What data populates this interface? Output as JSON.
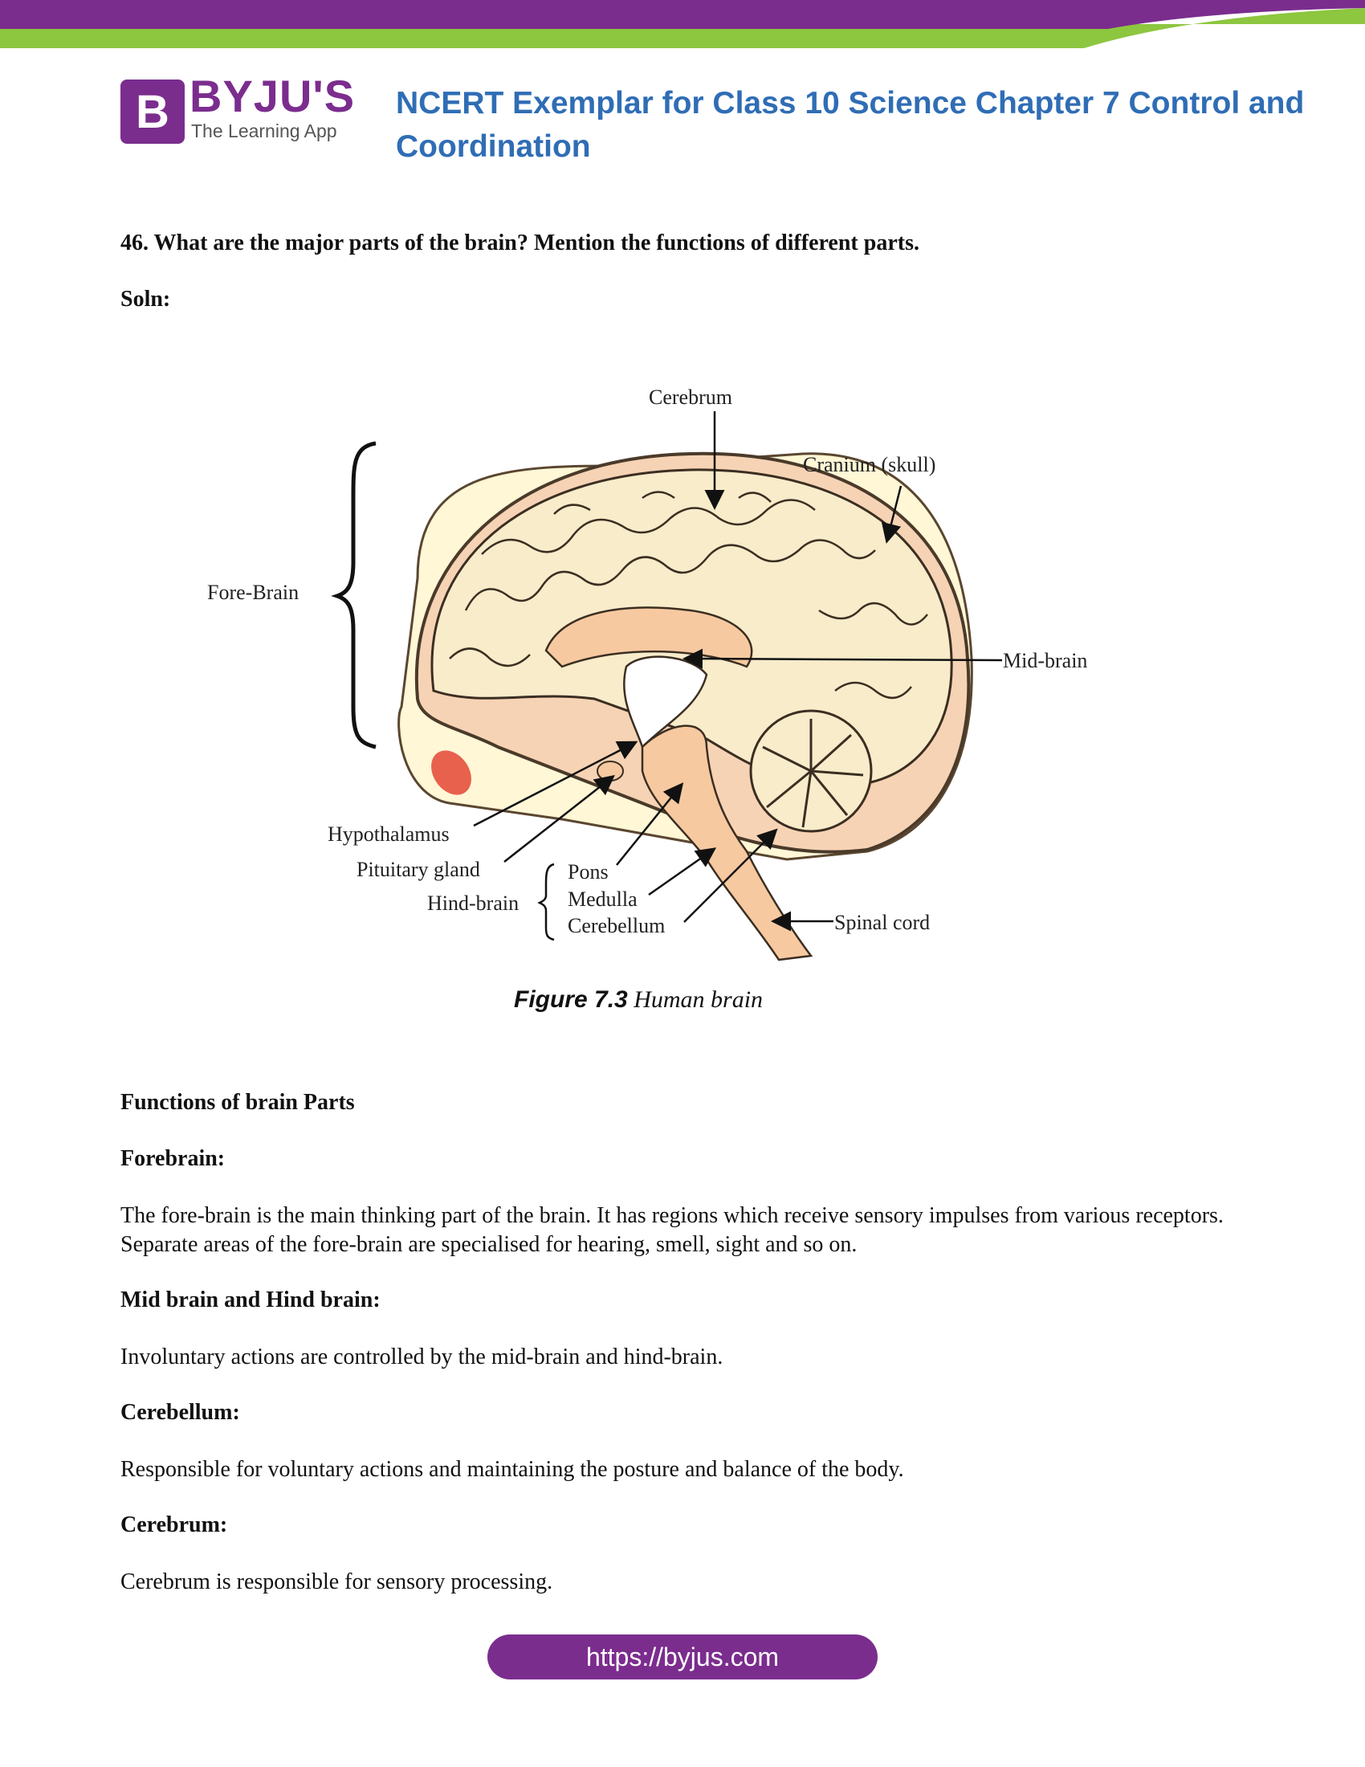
{
  "header": {
    "brand_name": "BYJU'S",
    "brand_tagline": "The Learning App",
    "logo_letter": "B",
    "title": "NCERT Exemplar for Class 10 Science Chapter 7 Control and Coordination",
    "colors": {
      "purple": "#7b2d8e",
      "green": "#8dc63f",
      "title_blue": "#2f6db5"
    }
  },
  "question": "46. What are the major parts of the brain? Mention the functions of different parts.",
  "solution_label": "Soln:",
  "figure": {
    "labels": {
      "cerebrum": "Cerebrum",
      "cranium": "Cranium (skull)",
      "fore_brain": "Fore-Brain",
      "mid_brain": "Mid-brain",
      "hypothalamus": "Hypothalamus",
      "pituitary": "Pituitary gland",
      "hind_brain": "Hind-brain",
      "pons": "Pons",
      "medulla": "Medulla",
      "cerebellum": "Cerebellum",
      "spinal_cord": "Spinal cord"
    },
    "caption_number": "Figure 7.3",
    "caption_text": "Human brain"
  },
  "functions": {
    "heading": "Functions of brain Parts",
    "sections": [
      {
        "title": "Forebrain:",
        "body": "The fore-brain is the main thinking part of the brain. It has regions which receive sensory impulses from various receptors. Separate areas of the fore-brain are specialised for hearing, smell, sight and so on."
      },
      {
        "title": "Mid brain and Hind brain:",
        "body": "Involuntary actions are controlled by the mid-brain and hind-brain."
      },
      {
        "title": "Cerebellum:",
        "body": "Responsible for voluntary actions and maintaining the posture and balance of the body."
      },
      {
        "title": "Cerebrum:",
        "body": "Cerebrum is responsible for sensory processing."
      }
    ]
  },
  "footer": {
    "url": "https://byjus.com"
  }
}
